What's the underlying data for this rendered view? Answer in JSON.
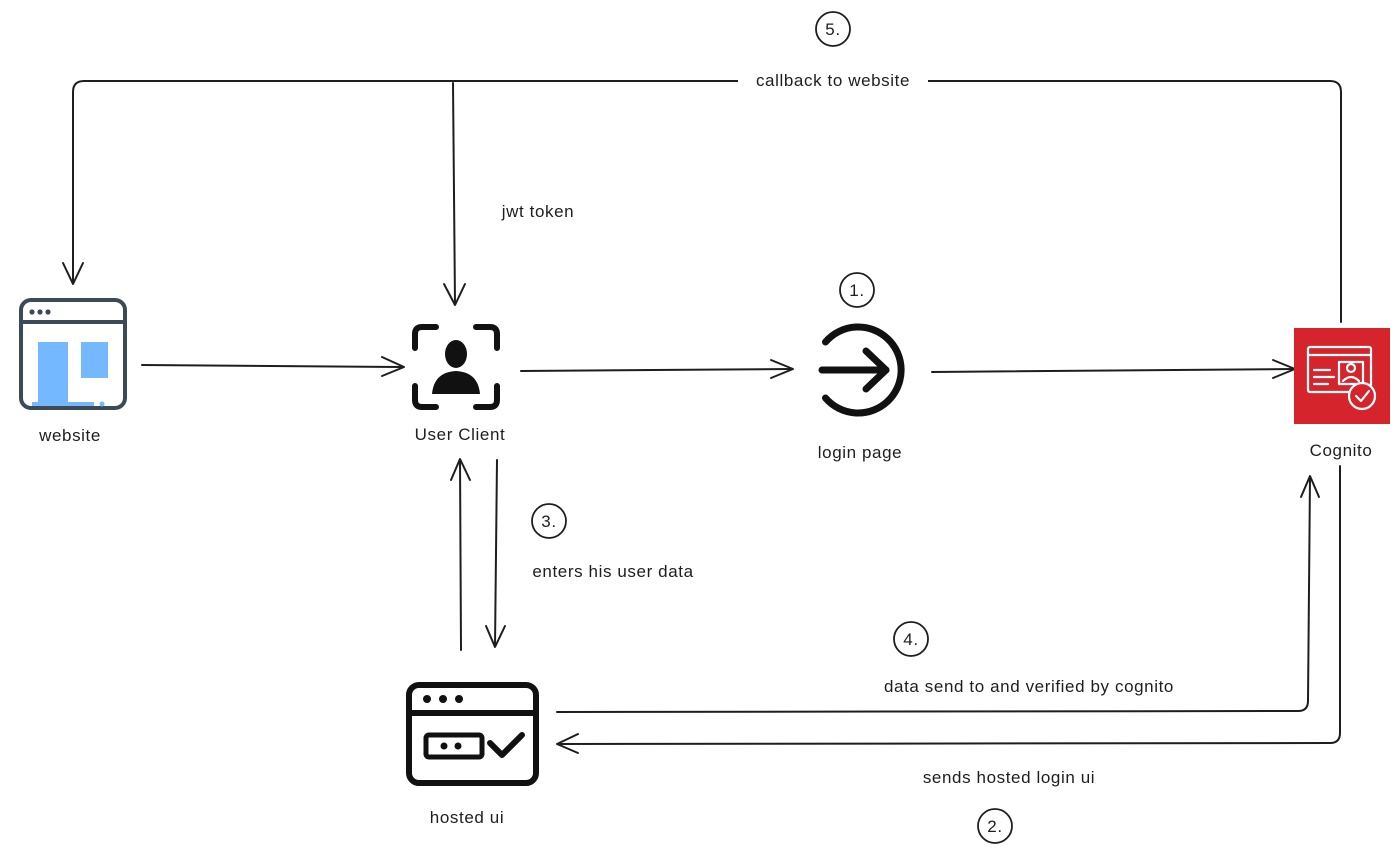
{
  "nodes": {
    "website": {
      "label": "website",
      "icon": "website-window-icon",
      "accent": "#74b9ff"
    },
    "user_client": {
      "label": "User Client",
      "icon": "user-scan-icon"
    },
    "login_page": {
      "label": "login page",
      "icon": "login-arrow-icon"
    },
    "cognito": {
      "label": "Cognito",
      "icon": "cognito-id-card-icon",
      "accent": "#d6242d"
    },
    "hosted_ui": {
      "label": "hosted ui",
      "icon": "hosted-ui-window-icon"
    }
  },
  "steps": {
    "s1": "1.",
    "s2": "2.",
    "s3": "3.",
    "s4": "4.",
    "s5": "5."
  },
  "edge_labels": {
    "callback": "callback to website",
    "jwt": "jwt token",
    "enters": "enters his user data",
    "data_send": "data send to and verified by cognito",
    "sends_hosted": "sends hosted login ui"
  },
  "colors": {
    "stroke": "#1e1e1e",
    "cognito_red": "#d6242d",
    "website_blue": "#74b9ff"
  }
}
